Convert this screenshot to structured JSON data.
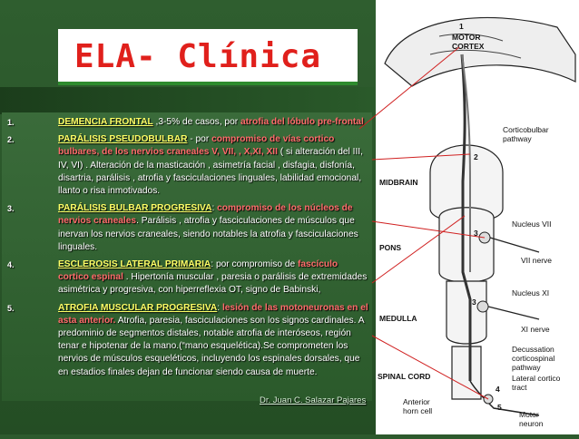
{
  "slide": {
    "title": "ELA- Clínica",
    "credit": "Dr. Juan C. Salazar Pajares"
  },
  "items": [
    {
      "num": "1.",
      "segments": [
        {
          "t": "DEMENCIA FRONTAL",
          "s": "hd"
        },
        {
          "t": " ,3-5% de casos,  por ",
          "s": "n"
        },
        {
          "t": "atrofia del lóbulo pre-frontal",
          "s": "hl"
        }
      ]
    },
    {
      "num": "2.",
      "segments": [
        {
          "t": "PARÁLISIS PSEUDOBULBAR",
          "s": "hd"
        },
        {
          "t": " - por ",
          "s": "n"
        },
        {
          "t": "compromiso de vías cortico bulbares, de los nervios craneales V, VII, , X,XI, XII",
          "s": "hl"
        },
        {
          "t": " ( si alteración del III, IV, VI) . Alteración de la masticación , asimetría facial , disfagia, disfonía, disartria, parálisis , atrofia y fasciculaciones linguales, labilidad emocional, llanto o risa inmotivados.",
          "s": "n"
        }
      ]
    },
    {
      "num": "3.",
      "segments": [
        {
          "t": "PARÁLISIS BULBAR PROGRESIVA",
          "s": "hd"
        },
        {
          "t": ": ",
          "s": "n"
        },
        {
          "t": "compromiso de los núcleos de nervios  craneales",
          "s": "hl"
        },
        {
          "t": ". Parálisis , atrofia y fasciculaciones de músculos que inervan los nervios craneales, siendo notables la atrofia y fasciculaciones linguales.",
          "s": "n"
        }
      ]
    },
    {
      "num": "4.",
      "segments": [
        {
          "t": "ESCLEROSIS LATERAL PRIMARIA",
          "s": "hd"
        },
        {
          "t": ": por compromiso de ",
          "s": "n"
        },
        {
          "t": "fascículo cortico espinal ",
          "s": "hl"
        },
        {
          "t": ". Hipertonía muscular , paresia o parálisis de extremidades asimétrica y progresiva, con hiperreflexia OT, signo de Babinski,",
          "s": "n"
        }
      ]
    },
    {
      "num": "5.",
      "segments": [
        {
          "t": "ATROFIA MUSCULAR PROGRESIVA",
          "s": "hd"
        },
        {
          "t": ": ",
          "s": "n"
        },
        {
          "t": "lesión de las motoneuronas en el asta anterior.",
          "s": "hl"
        },
        {
          "t": " Atrofia, paresia, fasciculaciones son los signos cardinales. A predominio de segmentos distales, notable atrofia de interóseos, región tenar e hipotenar de la mano.(“mano  esquelética).Se comprometen los nervios de músculos esqueléticos, incluyendo los espinales dorsales, que en estadios finales dejan de funcionar siendo causa de muerte.",
          "s": "n"
        }
      ]
    }
  ],
  "figure": {
    "labels": {
      "motor_cortex_num": "1",
      "motor_cortex": "MOTOR\nCORTEX",
      "corticobulbar": "Corticobulbar\npathway",
      "midbrain": "MIDBRAIN",
      "num2": "2",
      "nucleus_vii": "Nucleus VII",
      "num3a": "3",
      "vii_nerve": "VII nerve",
      "pons": "PONS",
      "nucleus_xi": "Nucleus XI",
      "num3b": "3",
      "xi_nerve": "XI nerve",
      "medulla": "MEDULLA",
      "decussation": "Decussation\ncorticospinal\npathway",
      "spinal_cord": "SPINAL CORD",
      "lateral_cortico": "Lateral cortico\ntract",
      "num4": "4",
      "anterior_horn": "Anterior\nhorn cell",
      "num5": "5",
      "motor_neuron": "Motor\nneuron"
    }
  }
}
